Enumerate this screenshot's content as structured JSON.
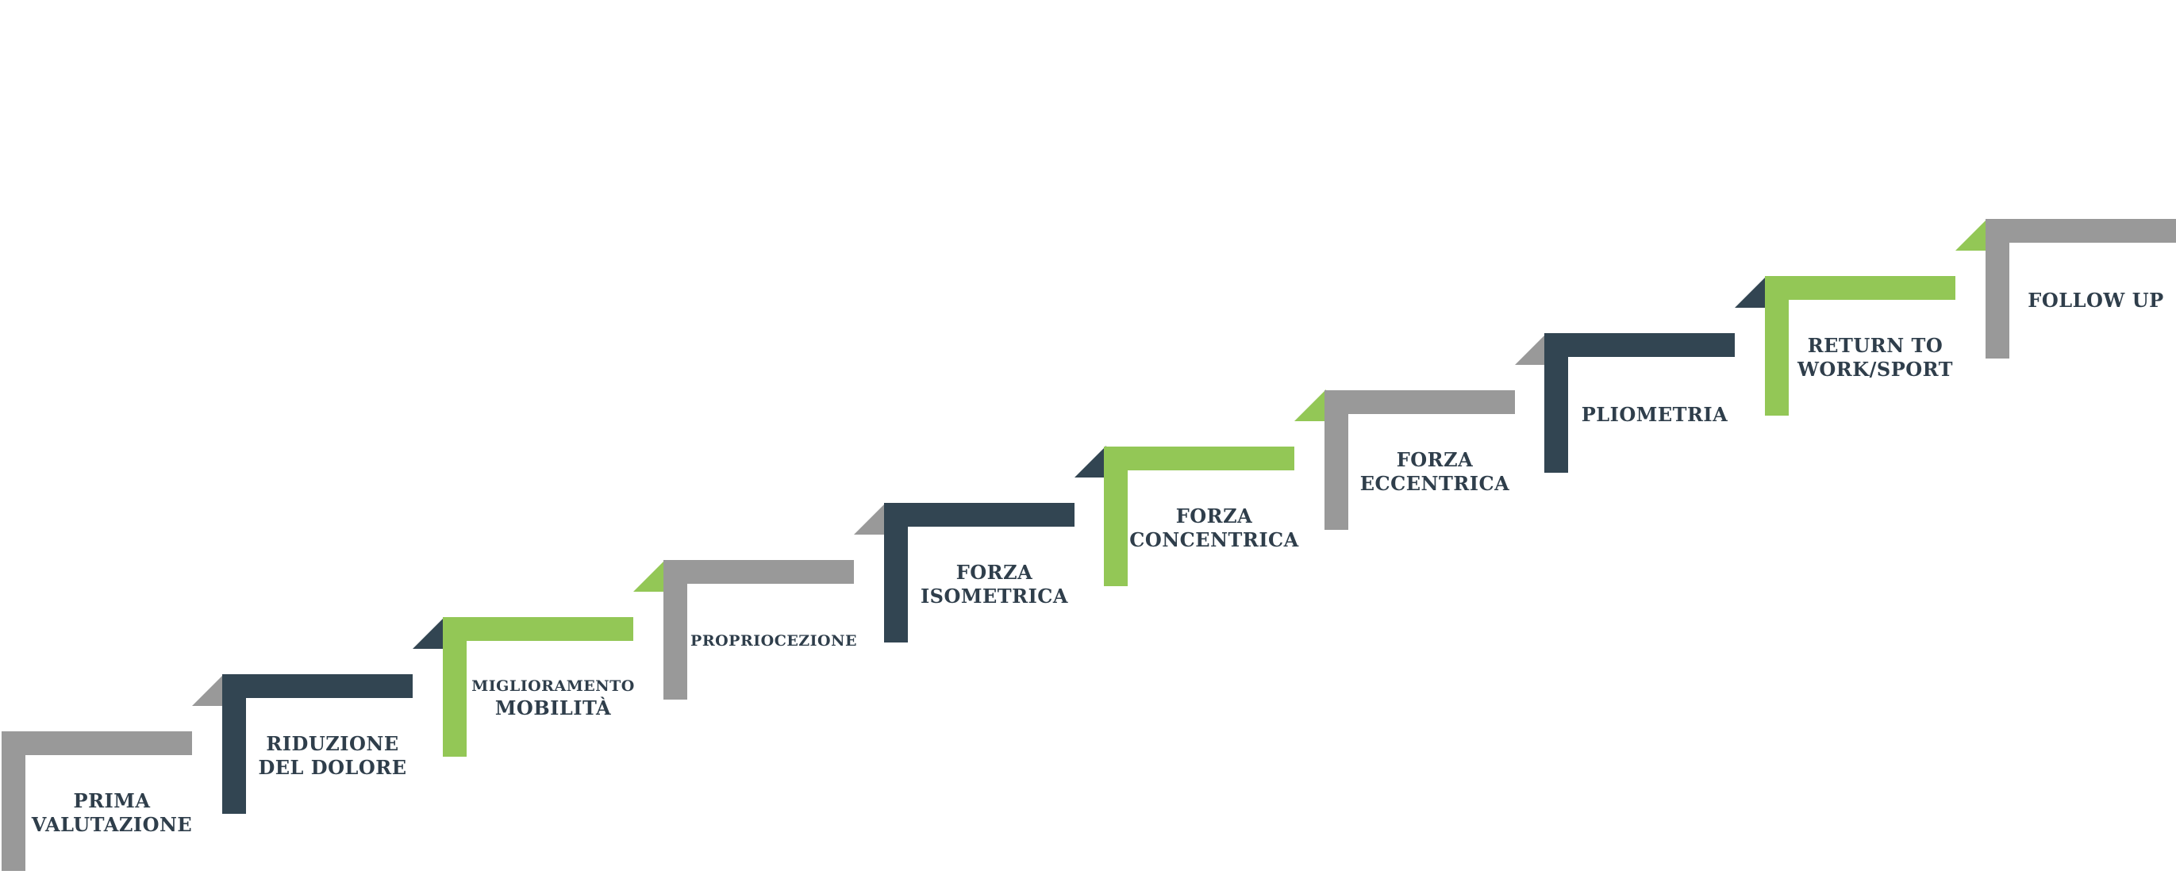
{
  "colors": {
    "gray": "#999999",
    "navy": "#324552",
    "green": "#93c756",
    "text": "#2f3e4b"
  },
  "steps": [
    {
      "lines": [
        "PRIMA",
        "VALUTAZIONE"
      ],
      "color": "gray"
    },
    {
      "lines": [
        "RIDUZIONE",
        "DEL DOLORE"
      ],
      "color": "navy"
    },
    {
      "lines": [
        "MIGLIORAMENTO",
        "MOBILITÀ"
      ],
      "color": "green"
    },
    {
      "lines": [
        "PROPRIOCEZIONE",
        ""
      ],
      "color": "gray"
    },
    {
      "lines": [
        "FORZA",
        "ISOMETRICA"
      ],
      "color": "navy"
    },
    {
      "lines": [
        "FORZA",
        "CONCENTRICA"
      ],
      "color": "green"
    },
    {
      "lines": [
        "FORZA",
        "ECCENTRICA"
      ],
      "color": "gray"
    },
    {
      "lines": [
        "PLIOMETRIA",
        ""
      ],
      "color": "navy"
    },
    {
      "lines": [
        "RETURN TO",
        "WORK/SPORT"
      ],
      "color": "green"
    },
    {
      "lines": [
        "FOLLOW UP",
        ""
      ],
      "color": "gray"
    }
  ]
}
